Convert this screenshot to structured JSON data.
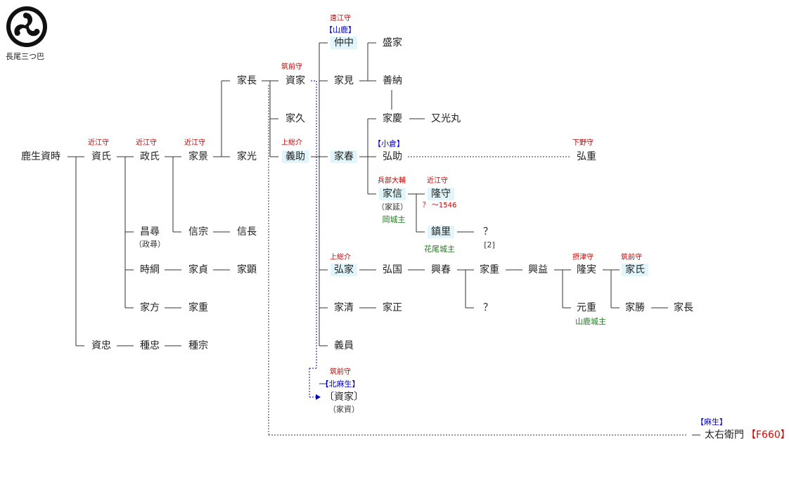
{
  "crest": {
    "label": "長尾三つ巴"
  },
  "names": [
    {
      "id": "shitoki",
      "text": "鹿生資時",
      "hl": false
    },
    {
      "id": "sukeuji",
      "text": "資氏",
      "hl": false
    },
    {
      "id": "masauji",
      "text": "政氏",
      "hl": false
    },
    {
      "id": "iekage",
      "text": "家景",
      "hl": false
    },
    {
      "id": "ienaga1",
      "text": "家長",
      "hl": false
    },
    {
      "id": "iemitsu",
      "text": "家光",
      "hl": false
    },
    {
      "id": "sukeie1",
      "text": "資家",
      "hl": false
    },
    {
      "id": "iehisa",
      "text": "家久",
      "hl": false
    },
    {
      "id": "yoshisuke",
      "text": "義助",
      "hl": true
    },
    {
      "id": "nakanaka",
      "text": "仲中",
      "hl": true
    },
    {
      "id": "iemi",
      "text": "家見",
      "hl": false
    },
    {
      "id": "moriie",
      "text": "盛家",
      "hl": false
    },
    {
      "id": "zennou",
      "text": "善納",
      "hl": false
    },
    {
      "id": "iekei",
      "text": "家慶",
      "hl": false
    },
    {
      "id": "matamitsu",
      "text": "又光丸",
      "hl": false
    },
    {
      "id": "ieharu",
      "text": "家春",
      "hl": true
    },
    {
      "id": "kosuke",
      "text": "弘助",
      "hl": false
    },
    {
      "id": "koju",
      "text": "弘重",
      "hl": false
    },
    {
      "id": "ienobu",
      "text": "家信",
      "hl": true
    },
    {
      "id": "takamori",
      "text": "隆守",
      "hl": true
    },
    {
      "id": "shizusato",
      "text": "鎮里",
      "hl": true
    },
    {
      "id": "q1",
      "text": "？",
      "hl": false
    },
    {
      "id": "masahiro",
      "text": "昌尋",
      "hl": false
    },
    {
      "id": "nobumune",
      "text": "信宗",
      "hl": false
    },
    {
      "id": "nobunaga",
      "text": "信長",
      "hl": false
    },
    {
      "id": "tokitsuna",
      "text": "時綱",
      "hl": false
    },
    {
      "id": "iesada",
      "text": "家貞",
      "hl": false
    },
    {
      "id": "ieaki",
      "text": "家顕",
      "hl": false
    },
    {
      "id": "iekata",
      "text": "家方",
      "hl": false
    },
    {
      "id": "ieshige1",
      "text": "家重",
      "hl": false
    },
    {
      "id": "koie",
      "text": "弘家",
      "hl": true
    },
    {
      "id": "kokuni",
      "text": "弘国",
      "hl": false
    },
    {
      "id": "okiharu",
      "text": "興春",
      "hl": false
    },
    {
      "id": "ieshige2",
      "text": "家重",
      "hl": false
    },
    {
      "id": "okimasu",
      "text": "興益",
      "hl": false
    },
    {
      "id": "takazane",
      "text": "隆実",
      "hl": false
    },
    {
      "id": "ieuji",
      "text": "家氏",
      "hl": true
    },
    {
      "id": "q2",
      "text": "？",
      "hl": false
    },
    {
      "id": "motoshige",
      "text": "元重",
      "hl": false
    },
    {
      "id": "iekatsu",
      "text": "家勝",
      "hl": false
    },
    {
      "id": "ienaga2",
      "text": "家長",
      "hl": false
    },
    {
      "id": "iekiyo",
      "text": "家清",
      "hl": false
    },
    {
      "id": "iemasa",
      "text": "家正",
      "hl": false
    },
    {
      "id": "yoshikazu",
      "text": "義員",
      "hl": false
    },
    {
      "id": "sukeie2",
      "text": "〔資家〕",
      "hl": false
    },
    {
      "id": "sukitada",
      "text": "資忠",
      "hl": false
    },
    {
      "id": "tanetada",
      "text": "種忠",
      "hl": false
    },
    {
      "id": "tanemune",
      "text": "種宗",
      "hl": false
    },
    {
      "id": "tauemon",
      "text": "太右衛門",
      "hl": false
    }
  ],
  "titles": [
    {
      "id": "t-sukeuji",
      "text": "近江守"
    },
    {
      "id": "t-masauji",
      "text": "近江守"
    },
    {
      "id": "t-iekage",
      "text": "近江守"
    },
    {
      "id": "t-sukeie1",
      "text": "筑前守"
    },
    {
      "id": "t-yoshisuke",
      "text": "上総介"
    },
    {
      "id": "t-nakanaka",
      "text": "遠江守"
    },
    {
      "id": "t-koju",
      "text": "下野守"
    },
    {
      "id": "t-ienobu",
      "text": "兵部大輔"
    },
    {
      "id": "t-takamori",
      "text": "近江守"
    },
    {
      "id": "t-takamori-years",
      "text": "？ ～1546"
    },
    {
      "id": "t-koie",
      "text": "上総介"
    },
    {
      "id": "t-takazane",
      "text": "摂津守"
    },
    {
      "id": "t-ieuji",
      "text": "筑前守"
    },
    {
      "id": "t-sukeie2",
      "text": "筑前守"
    }
  ],
  "branches": [
    {
      "id": "b-nakanaka",
      "text": "【山鹿】"
    },
    {
      "id": "b-kosuke",
      "text": "【小倉】"
    },
    {
      "id": "b-sukeie2",
      "text": "【北麻生】"
    },
    {
      "id": "b-tauemon",
      "text": "【麻生】"
    }
  ],
  "subnotes": [
    {
      "id": "s-masahiro",
      "text": "（政尋）"
    },
    {
      "id": "s-ienobu",
      "text": "（家延）"
    },
    {
      "id": "s-sukeie2",
      "text": "（家資）"
    },
    {
      "id": "s-q1",
      "text": "[2]"
    }
  ],
  "castles": [
    {
      "id": "c-ienobu",
      "text": "岡城主"
    },
    {
      "id": "c-shizusato",
      "text": "花尾城主"
    },
    {
      "id": "c-motoshige",
      "text": "山鹿城主"
    }
  ],
  "reference": {
    "text": "【F660】"
  },
  "colors": {
    "highlight": "#e0f6fb",
    "title_red": "#c00000",
    "branch_blue": "#0000cc",
    "castle_green": "#207a20",
    "dashed_blue": "#0000cc",
    "ref_red": "#e00000"
  }
}
